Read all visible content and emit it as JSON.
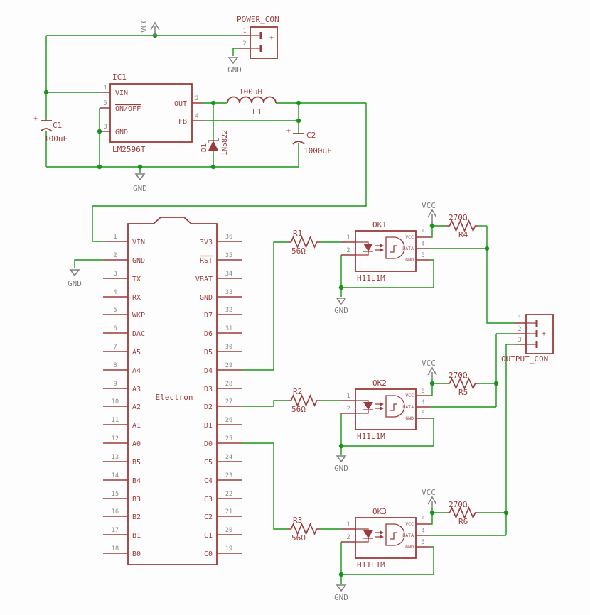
{
  "colors": {
    "wire_green": "#189418",
    "part_maroon": "#9b3b3b",
    "supply_gray": "#7e7e7e",
    "pin_number_gray": "#8a8a8a",
    "background": "#fdfdfd"
  },
  "power": {
    "vcc_label": "VCC",
    "connector": {
      "name": "POWER_CON",
      "plus": "+",
      "pin_numbers": [
        "1",
        "2"
      ]
    },
    "gnd_label": "GND",
    "regulator": {
      "name": "IC1",
      "value": "LM2596T",
      "numbers": {
        "n1": "1",
        "n5": "5",
        "n3": "3",
        "n2": "2",
        "n4": "4"
      },
      "pins": {
        "p1": "VIN",
        "p5": "ON/OFF",
        "p3": "GND",
        "p2": "OUT",
        "p4": "FB"
      }
    },
    "c1": {
      "name": "C1",
      "value": "100uF",
      "plus": "+"
    },
    "c2": {
      "name": "C2",
      "value": "1000uF",
      "plus": "+"
    },
    "l1": {
      "name": "L1",
      "value": "100uH"
    },
    "d1": {
      "name": "D1",
      "value": "1N5822"
    },
    "gnd_rail_label": "GND"
  },
  "mcu": {
    "name": "Electron",
    "gnd_label": "GND",
    "left": [
      {
        "n": "1",
        "label": "VIN"
      },
      {
        "n": "2",
        "label": "GND"
      },
      {
        "n": "3",
        "label": "TX"
      },
      {
        "n": "4",
        "label": "RX"
      },
      {
        "n": "5",
        "label": "WKP"
      },
      {
        "n": "6",
        "label": "DAC"
      },
      {
        "n": "7",
        "label": "A5"
      },
      {
        "n": "8",
        "label": "A4"
      },
      {
        "n": "9",
        "label": "A3"
      },
      {
        "n": "10",
        "label": "A2"
      },
      {
        "n": "11",
        "label": "A1"
      },
      {
        "n": "12",
        "label": "A0"
      },
      {
        "n": "13",
        "label": "B5"
      },
      {
        "n": "14",
        "label": "B4"
      },
      {
        "n": "15",
        "label": "B3"
      },
      {
        "n": "16",
        "label": "B2"
      },
      {
        "n": "17",
        "label": "B1"
      },
      {
        "n": "18",
        "label": "B0"
      }
    ],
    "right": [
      {
        "n": "36",
        "label": "3V3"
      },
      {
        "n": "35",
        "label": "RST"
      },
      {
        "n": "34",
        "label": "VBAT"
      },
      {
        "n": "33",
        "label": "GND"
      },
      {
        "n": "32",
        "label": "D7"
      },
      {
        "n": "31",
        "label": "D6"
      },
      {
        "n": "30",
        "label": "D5"
      },
      {
        "n": "29",
        "label": "D4"
      },
      {
        "n": "28",
        "label": "D3"
      },
      {
        "n": "27",
        "label": "D2"
      },
      {
        "n": "26",
        "label": "D1"
      },
      {
        "n": "25",
        "label": "D0"
      },
      {
        "n": "24",
        "label": "C5"
      },
      {
        "n": "23",
        "label": "C4"
      },
      {
        "n": "22",
        "label": "C3"
      },
      {
        "n": "21",
        "label": "C2"
      },
      {
        "n": "20",
        "label": "C1"
      },
      {
        "n": "19",
        "label": "C0"
      }
    ]
  },
  "resistors": {
    "r1": {
      "name": "R1",
      "value": "56Ω"
    },
    "r2": {
      "name": "R2",
      "value": "56Ω"
    },
    "r3": {
      "name": "R3",
      "value": "56Ω"
    },
    "r4": {
      "name": "R4",
      "value": "270Ω"
    },
    "r5": {
      "name": "R5",
      "value": "270Ω"
    },
    "r6": {
      "name": "R6",
      "value": "270Ω"
    }
  },
  "optos": [
    {
      "name": "OK1",
      "value": "H11L1M",
      "vcc_label": "VCC",
      "gnd_label": "GND",
      "pins": {
        "anode": "1",
        "cathode": "2",
        "vcc_n": "6",
        "data_n": "4",
        "gnd_n": "5",
        "vcc": "VCC",
        "data": "DATA",
        "gnd": "GND"
      }
    },
    {
      "name": "OK2",
      "value": "H11L1M",
      "vcc_label": "VCC",
      "gnd_label": "GND",
      "pins": {
        "anode": "1",
        "cathode": "2",
        "vcc_n": "6",
        "data_n": "4",
        "gnd_n": "5",
        "vcc": "VCC",
        "data": "DATA",
        "gnd": "GND"
      }
    },
    {
      "name": "OK3",
      "value": "H11L1M",
      "vcc_label": "VCC",
      "gnd_label": "GND",
      "pins": {
        "anode": "1",
        "cathode": "2",
        "vcc_n": "6",
        "data_n": "4",
        "gnd_n": "5",
        "vcc": "VCC",
        "data": "DATA",
        "gnd": "GND"
      }
    }
  ],
  "output_connector": {
    "name": "OUTPUT_CON",
    "plus": "+",
    "pin_numbers": [
      "1",
      "2",
      "3"
    ]
  }
}
